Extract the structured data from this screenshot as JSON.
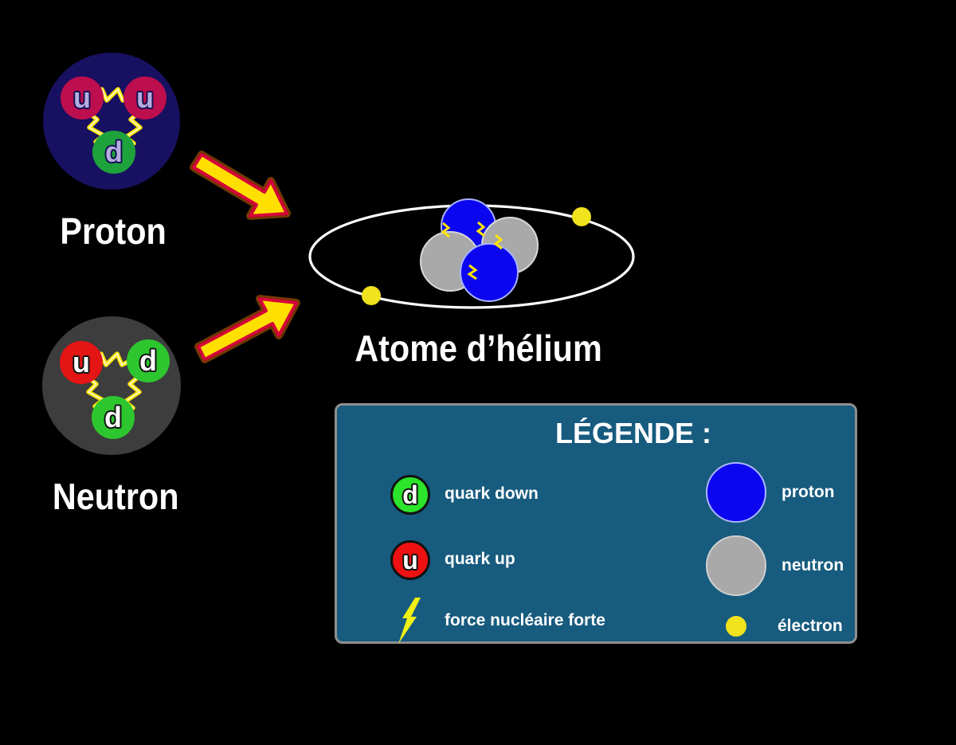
{
  "palette": {
    "background": "#000000",
    "proton_shell": "#181060",
    "neutron_shell": "#3d3d3d",
    "quark_up_crimson": "#bd0e4e",
    "quark_up_red": "#e31515",
    "quark_down_green_dark": "#1ea33c",
    "quark_down_green": "#2ec62e",
    "legend_green": "#2be42b",
    "legend_red": "#ee1111",
    "nucleon_blue": "#0b06ef",
    "nucleon_gray": "#a9a9a9",
    "electron_yellow": "#f0e21c",
    "bolt_yellow": "#ffe400",
    "arrow_yellow": "#ffdf00",
    "arrow_outline": "#d40038",
    "legend_background": "#175b7e",
    "legend_border": "#8f8f8f",
    "orbit_white": "#ffffff"
  },
  "proton": {
    "label": "Proton",
    "quarks": [
      "u",
      "u",
      "d"
    ]
  },
  "neutron": {
    "label": "Neutron",
    "quarks": [
      "u",
      "d",
      "d"
    ]
  },
  "atom": {
    "label": "Atome d’hélium"
  },
  "legend": {
    "title": "LÉGENDE :",
    "items_left": [
      {
        "symbol": "d",
        "label": "quark down"
      },
      {
        "symbol": "u",
        "label": "quark up"
      },
      {
        "symbol": "lightning-bolt",
        "label": "force nucléaire forte"
      }
    ],
    "items_right": [
      {
        "symbol": "proton-circle",
        "label": "proton"
      },
      {
        "symbol": "neutron-circle",
        "label": "neutron"
      },
      {
        "symbol": "electron-dot",
        "label": "électron"
      }
    ]
  }
}
